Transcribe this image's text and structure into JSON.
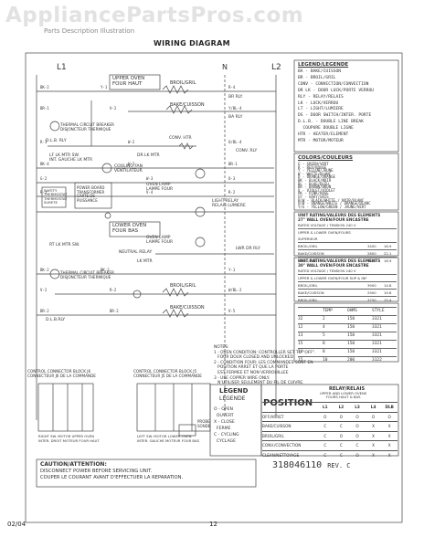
{
  "watermark": "AppliancePartsPros.com",
  "header": "Parts Description  Illustration",
  "title": "WIRING DIAGRAM",
  "rails": {
    "l1": "L1",
    "l2": "L2",
    "n": "N"
  },
  "upper_oven_label": [
    "UPPER OVEN",
    "FOUR HAUT"
  ],
  "lower_oven_label": [
    "LOWER OVEN",
    "FOUR BAS"
  ],
  "components": {
    "broil_upper": "BROIL/GRIL",
    "bake_upper": "BAKE/CUISSON",
    "dlb_upper": "D.L.B. RLY",
    "br_rly": "BR RLY",
    "ba_rly": "BA RLY",
    "conv_htr": "CONV. HTR",
    "conv_rly": "CONV. RLY",
    "lf_lk_sw": "LF LK MTR SW.",
    "lf_lk_sw2": "INT. GAUCHE LK MTR",
    "dr_lk_mtr": "DR LK MTR",
    "cooling_fan": [
      "COOLING FAN",
      "VENTILATEUR"
    ],
    "power_board": [
      "POWER BOARD",
      "TRANSFORMER",
      "CARTE DE",
      "PUISSANCE"
    ],
    "oven_lamp_upper": [
      "OVEN LAMP",
      "LAMPE FOUR"
    ],
    "light_rly": [
      "LIGHT RELAY",
      "RELAIS LUMIERE"
    ],
    "safety_therm": [
      "SAFETY",
      "THERMOSTAT",
      "THERMOSTAT",
      "SURETE"
    ],
    "thermal_breaker": [
      "THERMAL CIRCUIT BREAKER",
      "DISJONCTEUR THERMIQUE"
    ],
    "oven_lamp_lower": [
      "OVEN LAMP",
      "LAMPE FOUR"
    ],
    "lwr_dr_rly": "LWR DR RLY",
    "rt_lk_sw": "RT LK MTR SW.",
    "neutral_relay": "NEUTRAL RELAY",
    "broil_lower": "BROIL/GRIL",
    "bake_lower": "BAKE/CUISSON",
    "dlb_lower": "D.L.B.RLY",
    "lock_mtr": "LK MTR",
    "probe": [
      "PROBE",
      "SONDE"
    ]
  },
  "legend_title": [
    "LEGEND/LEGENDE"
  ],
  "legend_items": [
    "BA - BAKE/CUISSON",
    "BR - BROIL/GRIL",
    "CONV - CONVECTION/CONVECTION",
    "DR LK - DOOR LOCK/PORTE VERROU",
    "RLY - RELAY/RELAIS",
    "LK - LOCK/VERROU",
    "LT - LIGHT/LUMIERE",
    "DS - DOOR SWITCH/INTER. PORTE",
    "D.L.B. - DOUBLE LINE BREAK",
    "  COUPURE DOUBLE LIGNE",
    "HTR - HEATER/ELEMENT",
    "MTR - MOTOR/MOTEUR"
  ],
  "colors_title": "COLORS/COULEURS",
  "color_items": [
    "G - GREEN/VERT",
    "R - RED/ROUGE",
    "Y - YELLOW/JAUNE",
    "W - WHITE/BLANC",
    "O - ORANGE/ORANGE",
    "BK - BLACK/NOIR",
    "BL - BLUE/BLEU",
    "BR - BROWN/BRUN",
    "V - VIOLET/VIOLET",
    "PK - PINK/ROSE",
    "GY - GRAY/GRIS",
    "B/W - BLACK/WHITE / NOIR/BLANC",
    "O/W - ORANGE/WHITE / ORANGE/BLANC",
    "Y/G - YELLOW/GREEN / JAUNE/VERT"
  ],
  "rating_27": {
    "title": [
      "UNIT RATING/VALEURS DES ELEMENTS",
      "27\" WALL OVEN/FOUR ENCASTRE"
    ],
    "subtitle": "RATED VOLTAGE / TENSION 240 V",
    "rows": [
      {
        "label": "UPPER & LOWER OVEN/FOURS SUPERIEUR",
        "watts": "",
        "ohms": ""
      },
      {
        "label": "BROIL/GRIL",
        "watts": "3400",
        "ohms": "16.9"
      },
      {
        "label": "BAKE/CUISSON",
        "watts": "2600",
        "ohms": "22.1"
      },
      {
        "label": "BROIL/GRIL",
        "watts": "3400",
        "ohms": "16.9"
      }
    ]
  },
  "rating_30": {
    "title": [
      "UNIT RATING/VALEURS DES ELEMENTS",
      "30\" WALL OVEN/FOUR ENCASTRE"
    ],
    "subtitle": "RATED VOLTAGE / TENSION 240 V",
    "rows": [
      {
        "label": "UPPER & LOWER OVEN/FOUR SUP & INF",
        "watts": "",
        "ohms": ""
      },
      {
        "label": "BROIL/GRIL",
        "watts": "3900",
        "ohms": "14.8"
      },
      {
        "label": "BAKE/CUISSON",
        "watts": "2900",
        "ohms": "19.8"
      },
      {
        "label": "BROIL/GRIL",
        "watts": "3750",
        "ohms": "15.4"
      }
    ]
  },
  "probe_table": {
    "head": [
      "TEMP",
      "OHMS",
      "STYLE"
    ],
    "rows": [
      [
        "32",
        "2",
        "150",
        "3321"
      ],
      [
        "12",
        "4",
        "150",
        "3321"
      ],
      [
        "13",
        "5",
        "150",
        "3321"
      ],
      [
        "15",
        "8",
        "150",
        "3321"
      ],
      [
        "14",
        "8",
        "150",
        "3321"
      ],
      [
        "15",
        "10",
        "200",
        "3122"
      ]
    ]
  },
  "notes": [
    "NOTES:",
    "1 - OVEN CONDITION: CONTROLLER SET TO \"OFF\".",
    "   FOUR DOUX CLOSED AND UNLOCKED",
    "2 - CONDITION FOUR: LES COMMANDES SONT EN",
    "   POSITION ARRET ET QUE LA PORTE",
    "   EST FERMEE ET NON VERROUILLEE",
    "3 - USE COPPER WIRE ONLY.",
    "   N'UTILISER SEULEMENT DU FIL DE CUIVRE."
  ],
  "connectors": [
    {
      "title": "CONTROL CONNECTOR BLOCK J6",
      "sub": "CONNECTEUR J6 DE LA COMMANDE"
    },
    {
      "title": "CONTROL CONNECTOR BLOCK J5",
      "sub": "CONNECTEUR J5 DE LA COMMANDE"
    }
  ],
  "connector_notes": [
    "RIGHT SW. MOTOR UPPER OVEN",
    "INTER. DROIT MOTEUR FOUR HAUT",
    "LEFT SW. MOTOR LOWER OVEN",
    "INTER. GAUCHE MOTEUR FOUR BAS"
  ],
  "position_legend": {
    "title": "LEGEND",
    "sub": "LEGENDE",
    "items": [
      "O - OPEN",
      "  OUVERT",
      "X - CLOSE",
      "  FERME",
      "C - CYCLING",
      "  CYCLAGE"
    ]
  },
  "relay_table": {
    "title": "RELAY/RELAIS",
    "sub": [
      "UPPER AND LOWER OVENS",
      "FOURS HAUT & BAS"
    ],
    "pos_header": "POSITION",
    "cols": [
      "L1",
      "L2",
      "L3",
      "L4",
      "DLB"
    ],
    "rows": [
      {
        "pos": "OFF/ARRET",
        "v": [
          "O",
          "O",
          "O",
          "O",
          "O"
        ]
      },
      {
        "pos": "BAKE/CUISSON",
        "v": [
          "C",
          "C",
          "O",
          "X",
          "X"
        ]
      },
      {
        "pos": "BROIL/GRIL",
        "v": [
          "C",
          "O",
          "O",
          "X",
          "X"
        ]
      },
      {
        "pos": "CONV./CONVECTION",
        "v": [
          "C",
          "C",
          "C",
          "X",
          "X"
        ]
      },
      {
        "pos": "CLEAN/NETTOYAGE",
        "v": [
          "C",
          "C",
          "O",
          "X",
          "X"
        ]
      }
    ]
  },
  "caution": {
    "title": "CAUTION/ATTENTION:",
    "lines": [
      "DISCONNECT POWER BEFORE SERVICING UNIT.",
      "COUPER LE COURANT AVANT D'EFFECTUER LA REPARATION."
    ]
  },
  "part_number": "318046110",
  "rev": "REV. C",
  "footer_left": "02/04",
  "footer_page": "12"
}
